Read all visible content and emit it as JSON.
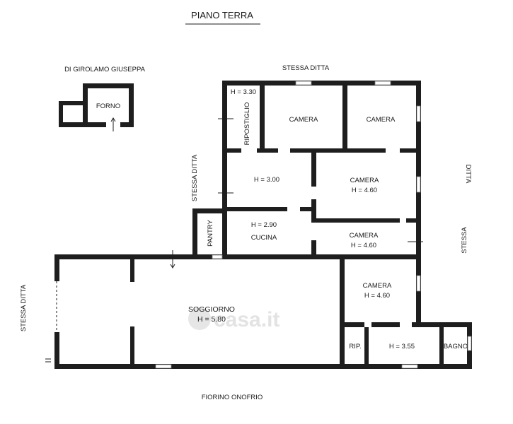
{
  "title": "PIANO TERRA",
  "labels": {
    "neighbor_top_left": "DI GIROLAMO GIUSEPPA",
    "neighbor_top": "STESSA DITTA",
    "neighbor_left_mid": "STESSA DITTA",
    "neighbor_left": "STESSA DITTA",
    "neighbor_right_a": "DITTA",
    "neighbor_right_b": "STESSA",
    "neighbor_bottom": "FIORINO ONOFRIO"
  },
  "rooms": {
    "forno": "FORNO",
    "ripostiglio": "RIPOSTIGLIO",
    "ripostiglio_h": "H = 3.30",
    "camera1": "CAMERA",
    "camera2": "CAMERA",
    "hall_h": "H = 3.00",
    "camera3": "CAMERA",
    "camera3_h": "H = 4.60",
    "pantry": "PANTRY",
    "cucina_h": "H = 2.90",
    "cucina": "CUCINA",
    "camera4": "CAMERA",
    "camera4_h": "H = 4.60",
    "camera5": "CAMERA",
    "camera5_h": "H = 4.60",
    "soggiorno": "SOGGIORNO",
    "soggiorno_h": "H = 5.80",
    "rip": "RIP.",
    "corridoio_h": "H = 3.55",
    "bagno": "BAGNO"
  },
  "watermark": "casa.it"
}
